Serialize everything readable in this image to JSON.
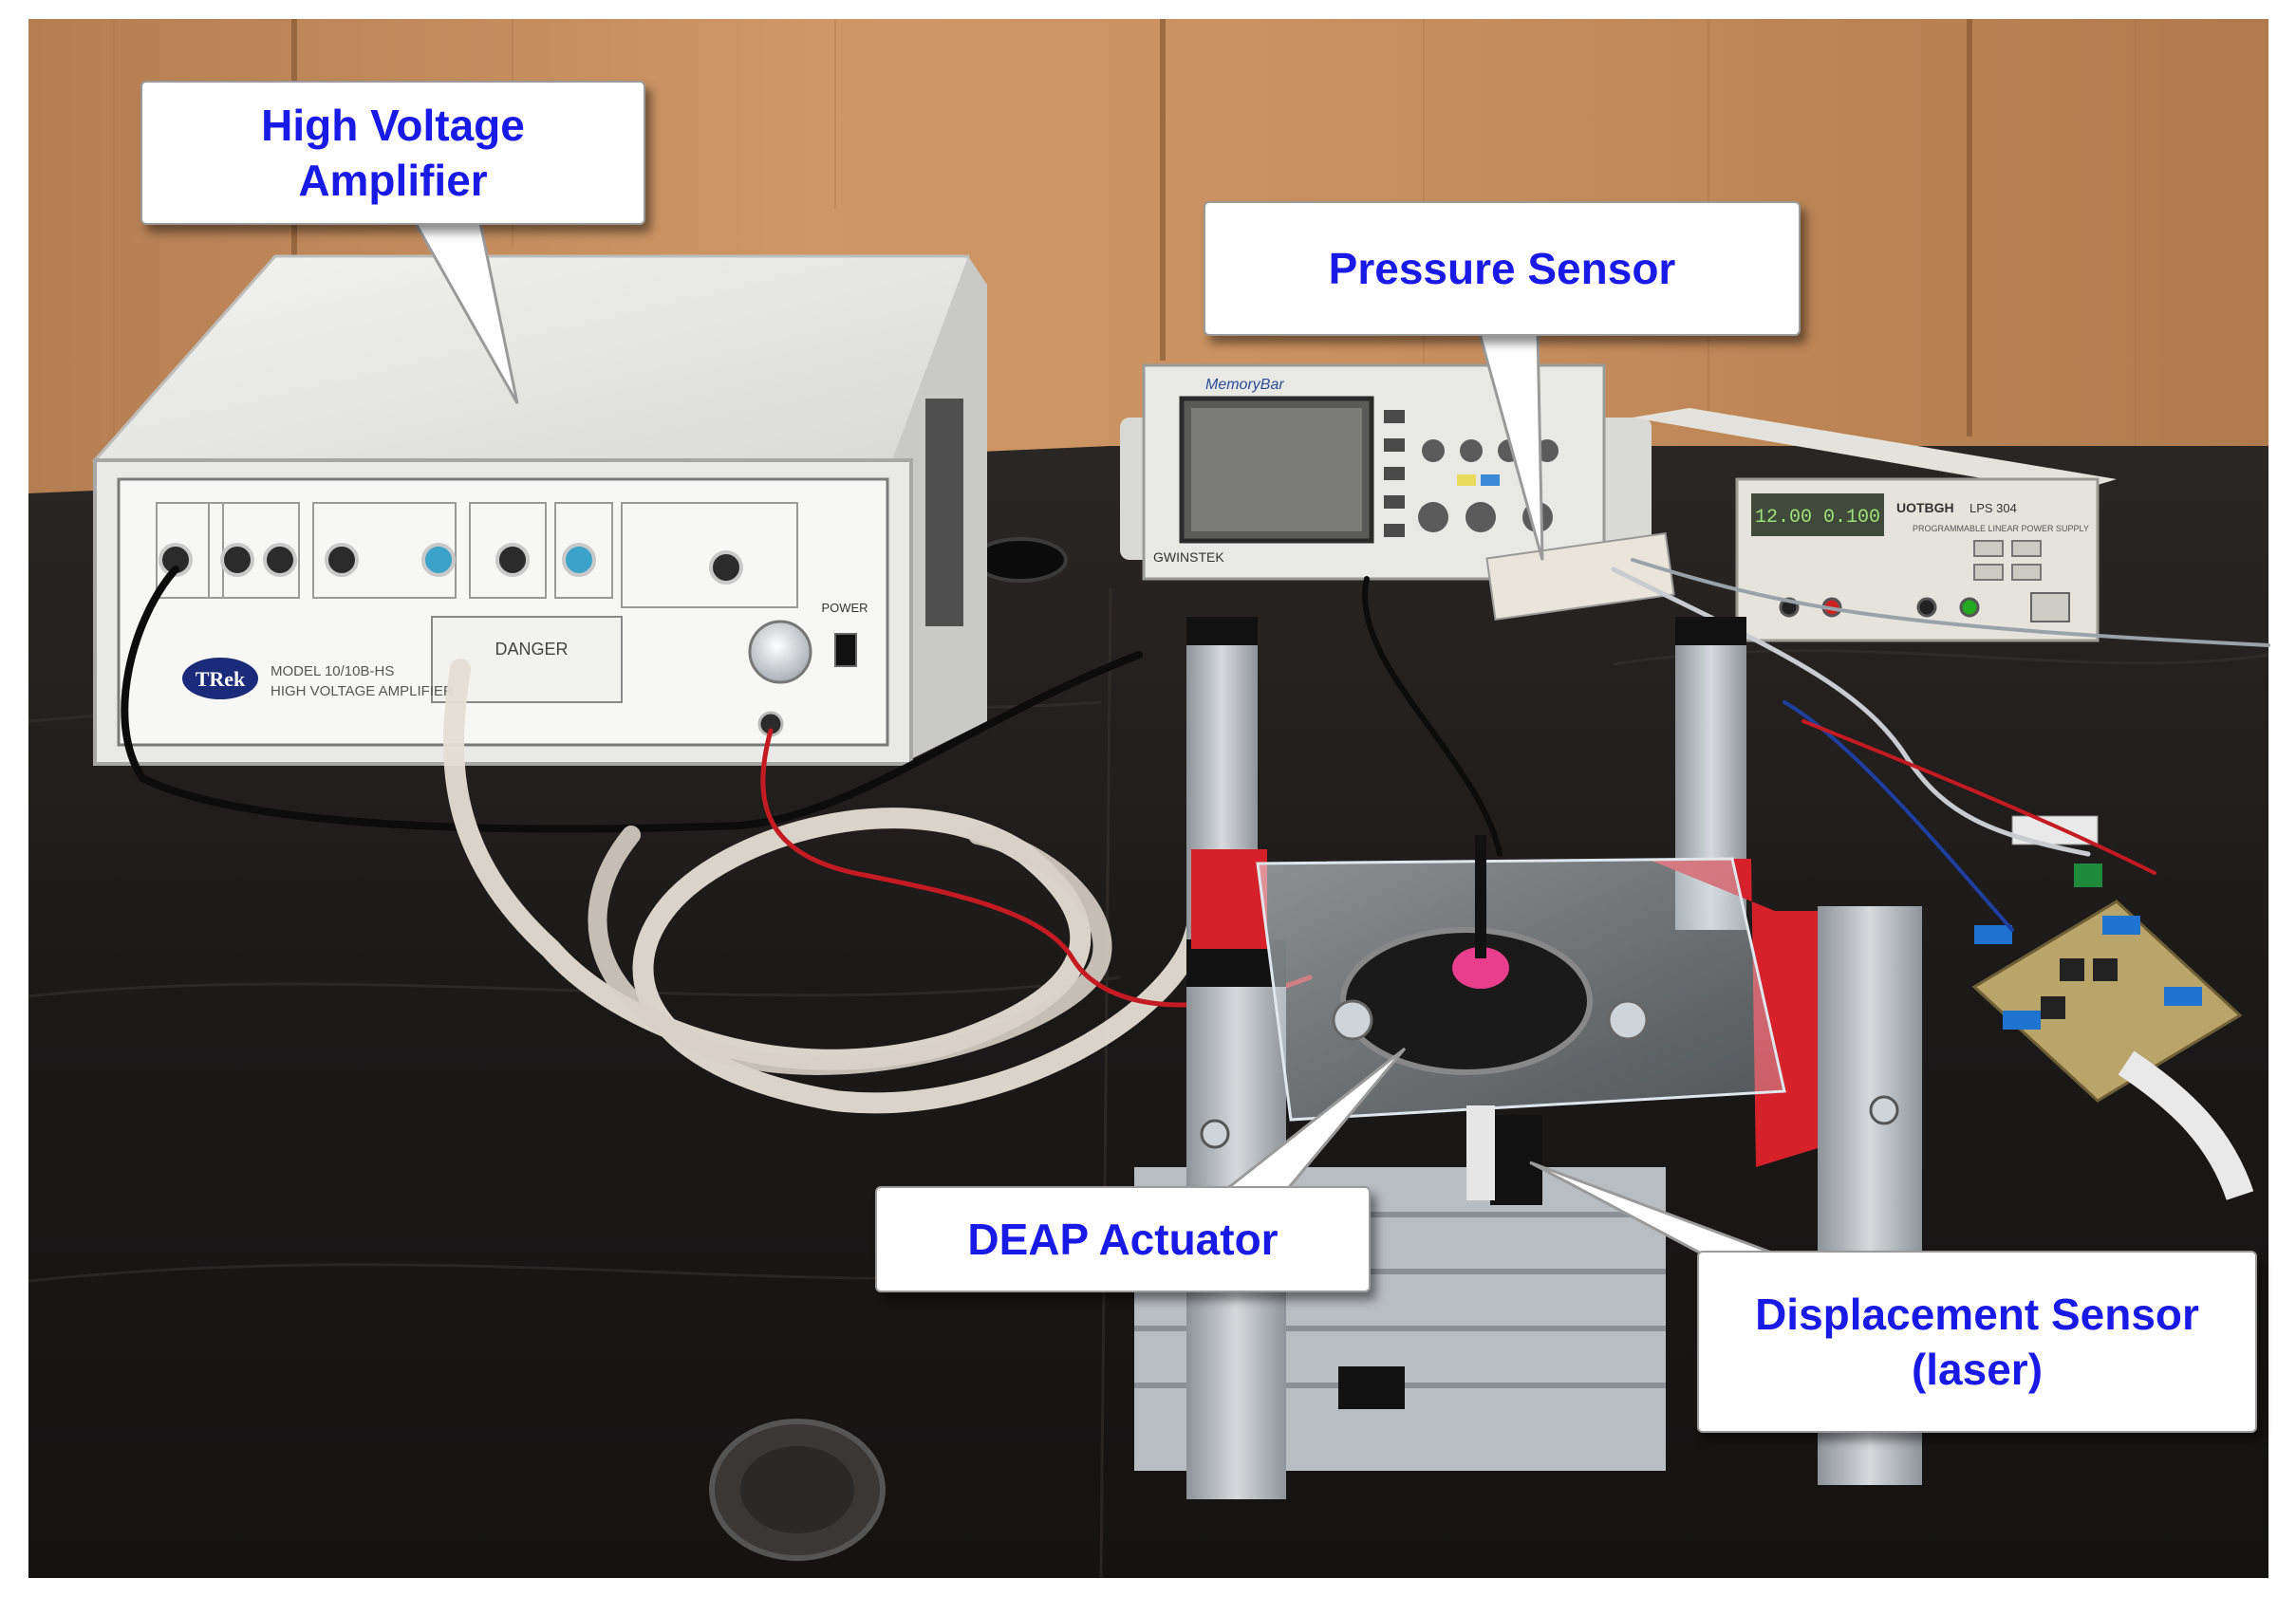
{
  "labels": {
    "amplifier": {
      "lines": [
        "High Voltage",
        "Amplifier"
      ]
    },
    "pressure": {
      "lines": [
        "Pressure Sensor"
      ]
    },
    "deap": {
      "lines": [
        "DEAP Actuator"
      ]
    },
    "displacement": {
      "lines": [
        "Displacement Sensor",
        "(laser)"
      ]
    }
  },
  "equipment_text": {
    "trek_logo": "TRek",
    "trek_model": "MODEL 10/10B-HS",
    "trek_name": "HIGH VOLTAGE AMPLIFIER",
    "danger": "DANGER",
    "power": "POWER",
    "scope_brand": "MemoryBar",
    "scope_maker": "GWINSTEK",
    "psu_brand": "UOTBGH",
    "psu_model": "LPS 304",
    "psu_desc": "PROGRAMMABLE LINEAR POWER SUPPLY"
  },
  "colors": {
    "label_text": "#1a1ae6",
    "label_border": "#9a9a9a",
    "wall": "#c48a5b",
    "table": "#1c1a18",
    "frame_red": "#d6202a"
  }
}
